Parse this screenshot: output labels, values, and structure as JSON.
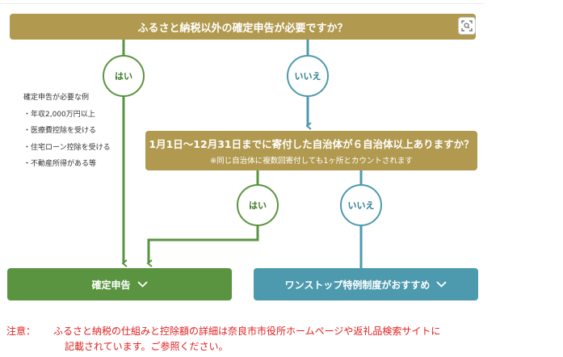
{
  "question1": "ふるさと納税以外の確定申告が必要ですか？",
  "question2": {
    "main": "1月1日〜12月31日までに寄付した自治体が６自治体以上ありますか？",
    "note": "※同じ自治体に複数回寄付しても1ヶ所とカウントされます"
  },
  "answers": {
    "yes": "はい",
    "no": "いいえ"
  },
  "examples": {
    "title": "確定申告が必要な例",
    "items": [
      "年収2,000万円以上",
      "医療費控除を受ける",
      "住宅ローン控除を受ける",
      "不動産所得がある等"
    ]
  },
  "results": {
    "tax_return": "確定申告",
    "one_stop": "ワンストップ特例制度がおすすめ"
  },
  "note": {
    "label": "注意：",
    "line1": "ふるさと納税の仕組みと控除額の詳細は奈良市市役所ホームページや返礼品検索サイトに",
    "line2": "記載されています。ご参照ください。"
  },
  "colors": {
    "gold": "#b19a4f",
    "green": "#5a9440",
    "blue": "#4d9aae",
    "note_red": "#e02020"
  }
}
